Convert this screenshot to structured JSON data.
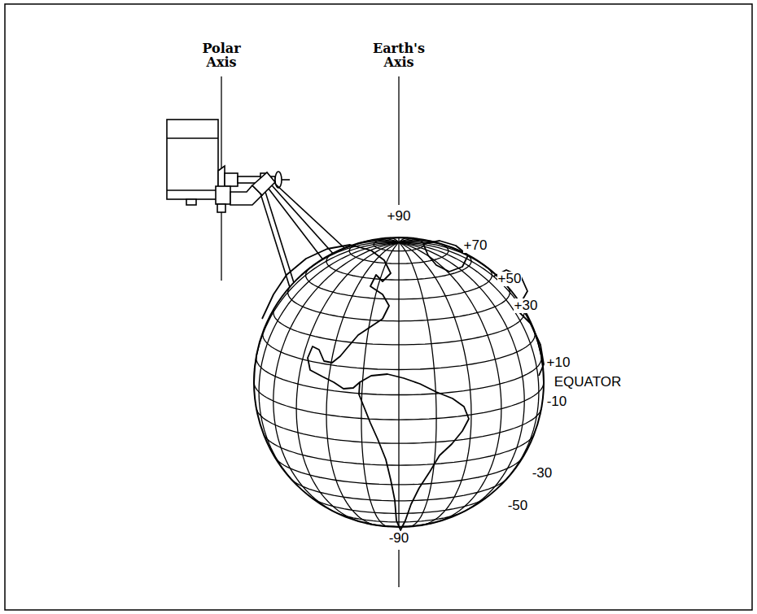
{
  "diagram": {
    "labels": [
      "Polar Axis",
      "Earth's Axis",
      "+90",
      "+70",
      "+50",
      "+30",
      "+10",
      "EQUATOR",
      "-10",
      "-30",
      "-50",
      "-90"
    ]
  }
}
